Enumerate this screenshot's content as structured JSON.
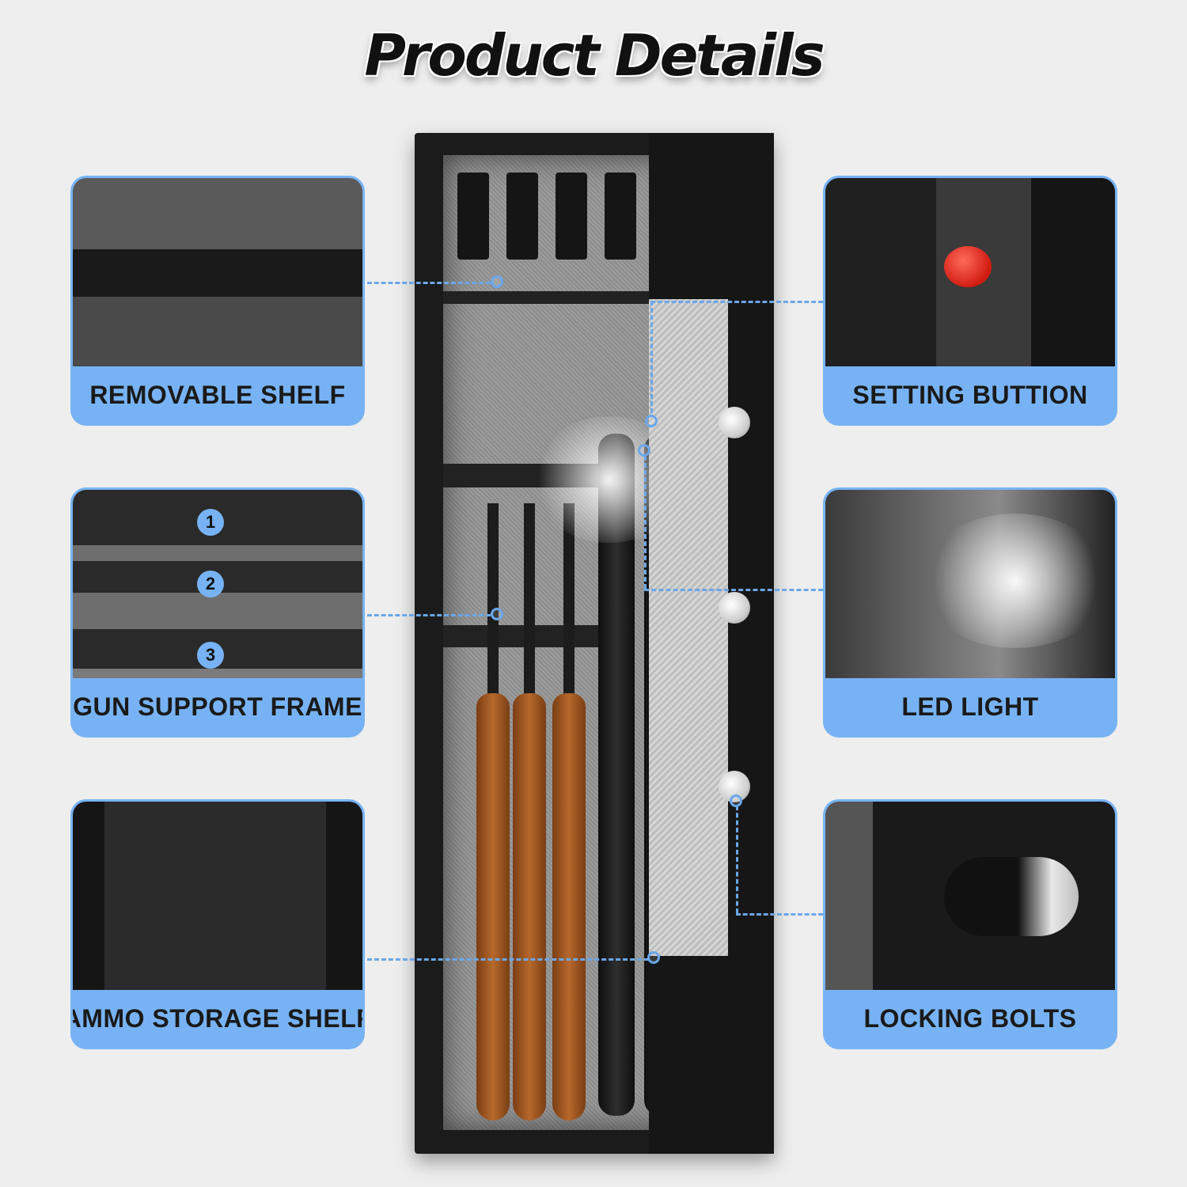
{
  "page": {
    "title": "Product Details"
  },
  "features": {
    "removable_shelf": "REMOVABLE SHELF",
    "gun_support_frame": "GUN SUPPORT FRAME",
    "ammo_storage_shelf": "AMMO STORAGE SHELF",
    "setting_button": "SETTING BUTTION",
    "led_light": "LED LIGHT",
    "locking_bolts": "LOCKING BOLTS"
  },
  "support_frame_numbers": [
    "1",
    "2",
    "3"
  ],
  "colors": {
    "accent": "#77b3f4",
    "background": "#eeeeee",
    "safe_body": "#1b1b1b"
  }
}
